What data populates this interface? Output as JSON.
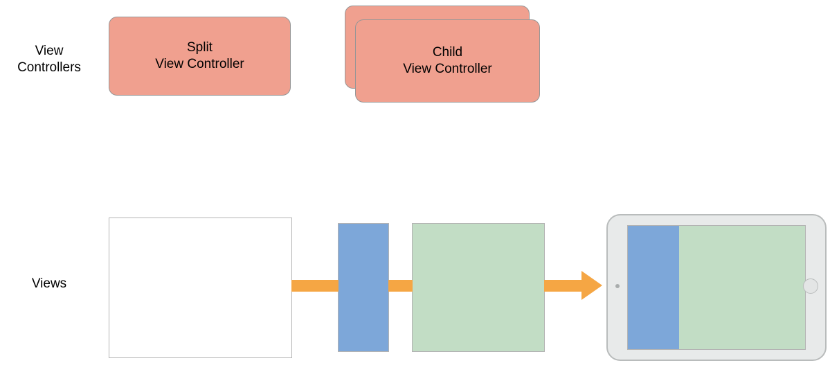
{
  "diagram": {
    "title": "View Controllers and Views composition diagram",
    "rows": [
      {
        "id": "view-controllers",
        "label": "View\nControllers"
      },
      {
        "id": "views",
        "label": "Views"
      }
    ],
    "view_controllers": {
      "split": {
        "label": "Split\nView Controller",
        "fill": "#f0a08f",
        "stroke": "#969696"
      },
      "child": {
        "label": "Child\nView Controller",
        "fill": "#f0a08f",
        "stroke": "#969696",
        "stacked": "true"
      }
    },
    "views": {
      "window": {
        "label": "",
        "fill": "#ffffff",
        "stroke": "#b3b3b3"
      },
      "primary": {
        "label": "",
        "fill": "#7da7d9",
        "stroke": "#b3b3b3"
      },
      "secondary": {
        "label": "",
        "fill": "#c2ddc5",
        "stroke": "#b3b3b3"
      }
    },
    "arrows": {
      "color": "#f5a644",
      "direction": "right",
      "count": 3
    },
    "device": {
      "name": "iPad",
      "orientation": "landscape",
      "body_color": "#e8eaea",
      "bezel_color": "#b9bcbc",
      "screen": {
        "primary_fill": "#7da7d9",
        "secondary_fill": "#c2ddc5",
        "primary_width_percent": 29,
        "secondary_width_percent": 71
      },
      "camera": "camera-dot",
      "home_button": "home-button"
    }
  }
}
